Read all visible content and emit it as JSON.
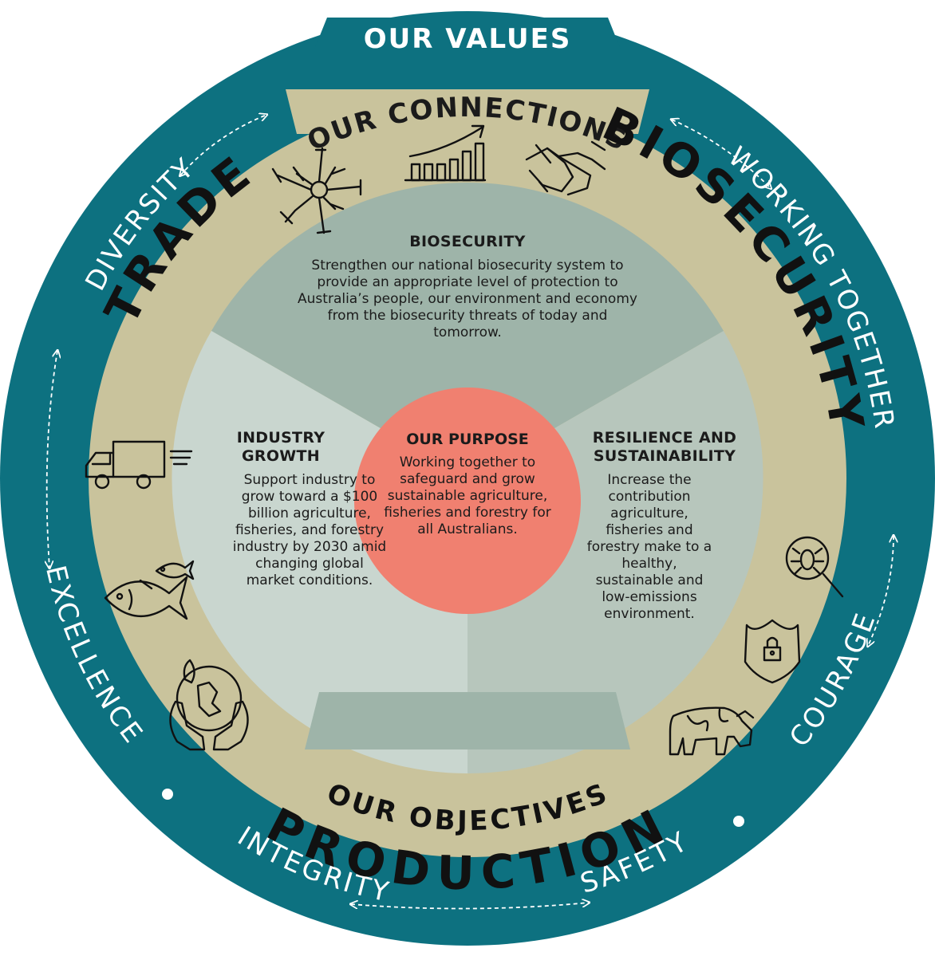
{
  "values": {
    "heading": "OUR VALUES",
    "items": [
      "DIVERSITY",
      "WORKING TOGETHER",
      "COURAGE",
      "SAFETY",
      "INTEGRITY",
      "EXCELLENCE"
    ]
  },
  "connections": {
    "heading": "OUR CONNECTIONS",
    "trade": "TRADE",
    "biosecurity": "BIOSECURITY",
    "production": "PRODUCTION"
  },
  "objectives": {
    "heading": "OUR OBJECTIVES",
    "biosecurity": {
      "title": "BIOSECURITY",
      "body": "Strengthen our national biosecurity system to provide an appropriate level of protection to Australia’s people, our environment and economy from the biosecurity threats of today and tomorrow."
    },
    "industry": {
      "title": "INDUSTRY GROWTH",
      "body": "Support industry to grow toward a $100 billion agriculture, fisheries, and forestry industry by 2030 amid changing global market conditions."
    },
    "resilience": {
      "title": "RESILIENCE AND SUSTAINABILITY",
      "body": "Increase the contribution agriculture, fisheries and forestry make to a healthy, sustainable and low-emissions environment."
    }
  },
  "purpose": {
    "title": "OUR PURPOSE",
    "body": "Working together to safeguard and grow sustainable agriculture, fisheries and forestry for all Australians."
  },
  "colors": {
    "teal": "#0d7180",
    "tan": "#c9c39c",
    "sage": "#9eb4a9",
    "pale": "#c9d6cf",
    "coral": "#f08070"
  },
  "icons": [
    "hands-together-icon",
    "growth-chart-icon",
    "handshake-icon",
    "truck-icon",
    "fish-icon",
    "globe-hands-icon",
    "bug-magnifier-icon",
    "shield-lock-icon",
    "cow-icon"
  ]
}
